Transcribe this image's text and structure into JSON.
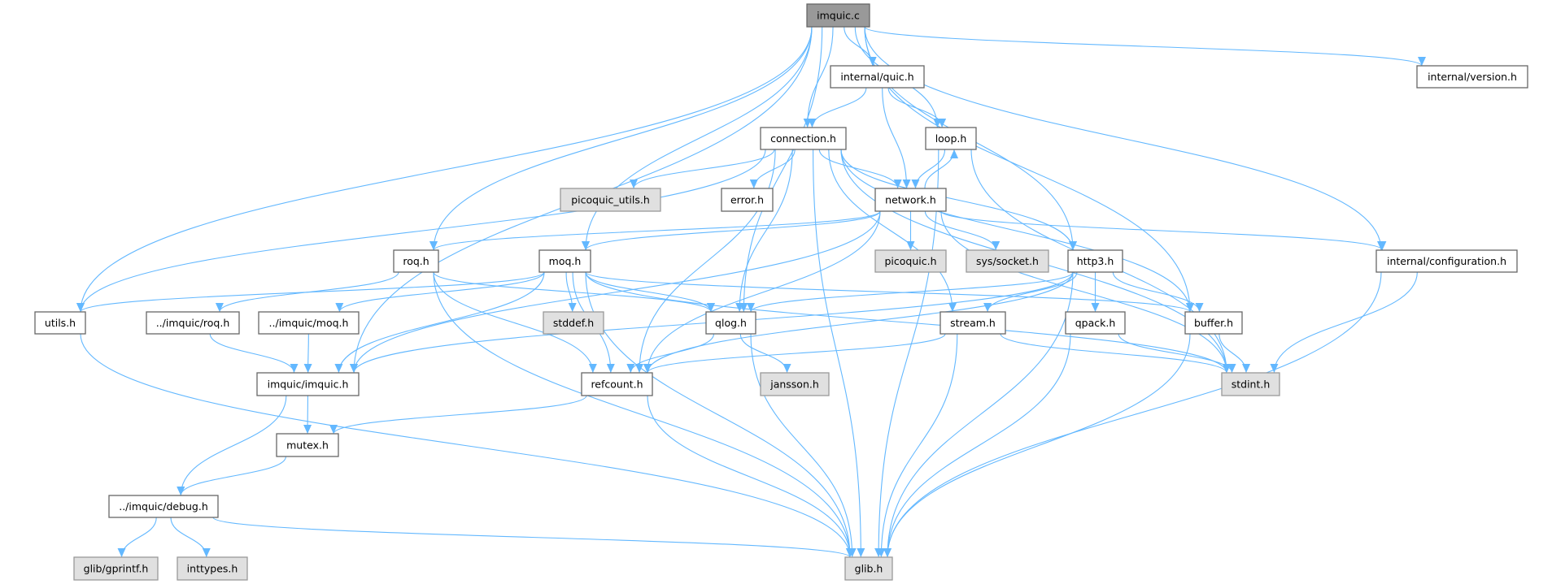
{
  "title": "imquic.c",
  "colors": {
    "edge": "#63b8ff",
    "node_border": "#666666",
    "external_border": "#999999",
    "external_fill": "#e0e0e0",
    "root_fill": "#999999",
    "node_fill": "#ffffff"
  },
  "nodes": [
    {
      "id": "imquic_c",
      "label": "imquic.c",
      "kind": "root"
    },
    {
      "id": "internal_quic",
      "label": "internal/quic.h",
      "kind": "file"
    },
    {
      "id": "internal_version",
      "label": "internal/version.h",
      "kind": "file"
    },
    {
      "id": "connection",
      "label": "connection.h",
      "kind": "file"
    },
    {
      "id": "loop",
      "label": "loop.h",
      "kind": "file"
    },
    {
      "id": "picoquic_utils",
      "label": "picoquic_utils.h",
      "kind": "external"
    },
    {
      "id": "error",
      "label": "error.h",
      "kind": "file"
    },
    {
      "id": "network",
      "label": "network.h",
      "kind": "file"
    },
    {
      "id": "roq",
      "label": "roq.h",
      "kind": "file"
    },
    {
      "id": "moq",
      "label": "moq.h",
      "kind": "file"
    },
    {
      "id": "picoquic",
      "label": "picoquic.h",
      "kind": "external"
    },
    {
      "id": "sys_socket",
      "label": "sys/socket.h",
      "kind": "external"
    },
    {
      "id": "http3",
      "label": "http3.h",
      "kind": "file"
    },
    {
      "id": "internal_configuration",
      "label": "internal/configuration.h",
      "kind": "file"
    },
    {
      "id": "utils",
      "label": "utils.h",
      "kind": "file"
    },
    {
      "id": "imquic_roq",
      "label": "../imquic/roq.h",
      "kind": "file"
    },
    {
      "id": "imquic_moq",
      "label": "../imquic/moq.h",
      "kind": "file"
    },
    {
      "id": "stddef",
      "label": "stddef.h",
      "kind": "external"
    },
    {
      "id": "qlog",
      "label": "qlog.h",
      "kind": "file"
    },
    {
      "id": "stream",
      "label": "stream.h",
      "kind": "file"
    },
    {
      "id": "qpack",
      "label": "qpack.h",
      "kind": "file"
    },
    {
      "id": "buffer",
      "label": "buffer.h",
      "kind": "file"
    },
    {
      "id": "imquic_imquic",
      "label": "imquic/imquic.h",
      "kind": "file"
    },
    {
      "id": "refcount",
      "label": "refcount.h",
      "kind": "file"
    },
    {
      "id": "jansson",
      "label": "jansson.h",
      "kind": "external"
    },
    {
      "id": "stdint",
      "label": "stdint.h",
      "kind": "external"
    },
    {
      "id": "mutex",
      "label": "mutex.h",
      "kind": "file"
    },
    {
      "id": "debug",
      "label": "../imquic/debug.h",
      "kind": "file"
    },
    {
      "id": "glib_gprintf",
      "label": "glib/gprintf.h",
      "kind": "external"
    },
    {
      "id": "inttypes",
      "label": "inttypes.h",
      "kind": "external"
    },
    {
      "id": "glib",
      "label": "glib.h",
      "kind": "external"
    }
  ],
  "edges": [
    [
      "imquic_c",
      "internal_quic"
    ],
    [
      "imquic_c",
      "connection"
    ],
    [
      "imquic_c",
      "loop"
    ],
    [
      "imquic_c",
      "internal_version"
    ],
    [
      "imquic_c",
      "internal_configuration"
    ],
    [
      "imquic_c",
      "http3"
    ],
    [
      "imquic_c",
      "buffer"
    ],
    [
      "imquic_c",
      "qlog"
    ],
    [
      "imquic_c",
      "moq"
    ],
    [
      "imquic_c",
      "roq"
    ],
    [
      "imquic_c",
      "utils"
    ],
    [
      "imquic_c",
      "imquic_imquic"
    ],
    [
      "internal_quic",
      "connection"
    ],
    [
      "internal_quic",
      "network"
    ],
    [
      "internal_quic",
      "loop"
    ],
    [
      "connection",
      "utils"
    ],
    [
      "connection",
      "picoquic_utils"
    ],
    [
      "connection",
      "error"
    ],
    [
      "connection",
      "network"
    ],
    [
      "connection",
      "http3"
    ],
    [
      "connection",
      "stream"
    ],
    [
      "connection",
      "qlog"
    ],
    [
      "connection",
      "refcount"
    ],
    [
      "connection",
      "glib"
    ],
    [
      "connection",
      "buffer"
    ],
    [
      "connection",
      "stdint"
    ],
    [
      "loop",
      "network"
    ],
    [
      "loop",
      "stdint"
    ],
    [
      "loop",
      "glib"
    ],
    [
      "network",
      "loop"
    ],
    [
      "network",
      "imquic_imquic"
    ],
    [
      "network",
      "roq"
    ],
    [
      "network",
      "moq"
    ],
    [
      "network",
      "refcount"
    ],
    [
      "network",
      "picoquic"
    ],
    [
      "network",
      "sys_socket"
    ],
    [
      "network",
      "internal_configuration"
    ],
    [
      "network",
      "stdint"
    ],
    [
      "roq",
      "imquic_roq"
    ],
    [
      "roq",
      "qlog"
    ],
    [
      "roq",
      "refcount"
    ],
    [
      "roq",
      "glib"
    ],
    [
      "moq",
      "utils"
    ],
    [
      "moq",
      "imquic_moq"
    ],
    [
      "moq",
      "imquic_imquic"
    ],
    [
      "moq",
      "stddef"
    ],
    [
      "moq",
      "qlog"
    ],
    [
      "moq",
      "refcount"
    ],
    [
      "moq",
      "glib"
    ],
    [
      "moq",
      "buffer"
    ],
    [
      "moq",
      "stdint"
    ],
    [
      "http3",
      "qlog"
    ],
    [
      "http3",
      "imquic_imquic"
    ],
    [
      "http3",
      "refcount"
    ],
    [
      "http3",
      "stream"
    ],
    [
      "http3",
      "qpack"
    ],
    [
      "http3",
      "buffer"
    ],
    [
      "http3",
      "glib"
    ],
    [
      "qlog",
      "refcount"
    ],
    [
      "qlog",
      "jansson"
    ],
    [
      "qlog",
      "glib"
    ],
    [
      "stream",
      "refcount"
    ],
    [
      "stream",
      "stdint"
    ],
    [
      "stream",
      "glib"
    ],
    [
      "qpack",
      "stdint"
    ],
    [
      "qpack",
      "glib"
    ],
    [
      "buffer",
      "stdint"
    ],
    [
      "buffer",
      "glib"
    ],
    [
      "internal_configuration",
      "stdint"
    ],
    [
      "internal_configuration",
      "glib"
    ],
    [
      "utils",
      "glib"
    ],
    [
      "imquic_roq",
      "imquic_imquic"
    ],
    [
      "imquic_moq",
      "imquic_imquic"
    ],
    [
      "imquic_imquic",
      "mutex"
    ],
    [
      "imquic_imquic",
      "debug"
    ],
    [
      "refcount",
      "mutex"
    ],
    [
      "refcount",
      "glib"
    ],
    [
      "mutex",
      "debug"
    ],
    [
      "debug",
      "glib_gprintf"
    ],
    [
      "debug",
      "inttypes"
    ],
    [
      "debug",
      "glib"
    ]
  ]
}
